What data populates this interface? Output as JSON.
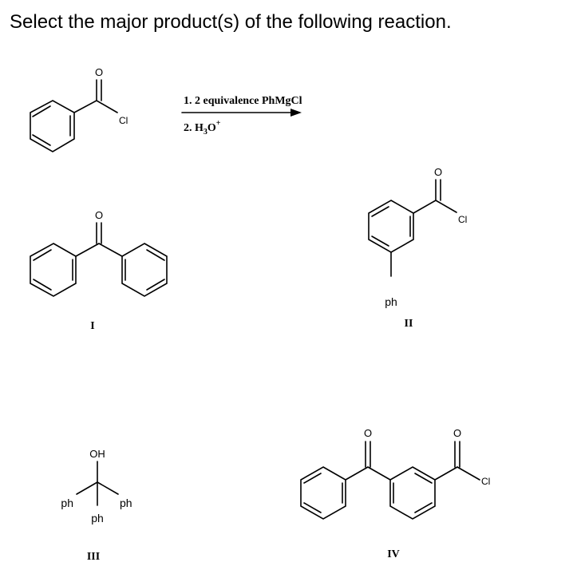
{
  "question": "Select the major product(s) of the following reaction.",
  "reagents": {
    "step1": "1. 2 equivalence PhMgCl",
    "step2_prefix": "2. H",
    "step2_sub": "3",
    "step2_main": "O",
    "step2_sup": "+"
  },
  "atoms": {
    "oxygen": "O",
    "chlorine": "Cl",
    "hydroxyl": "OH",
    "phenyl": "ph"
  },
  "choices": [
    "I",
    "II",
    "III",
    "IV"
  ]
}
